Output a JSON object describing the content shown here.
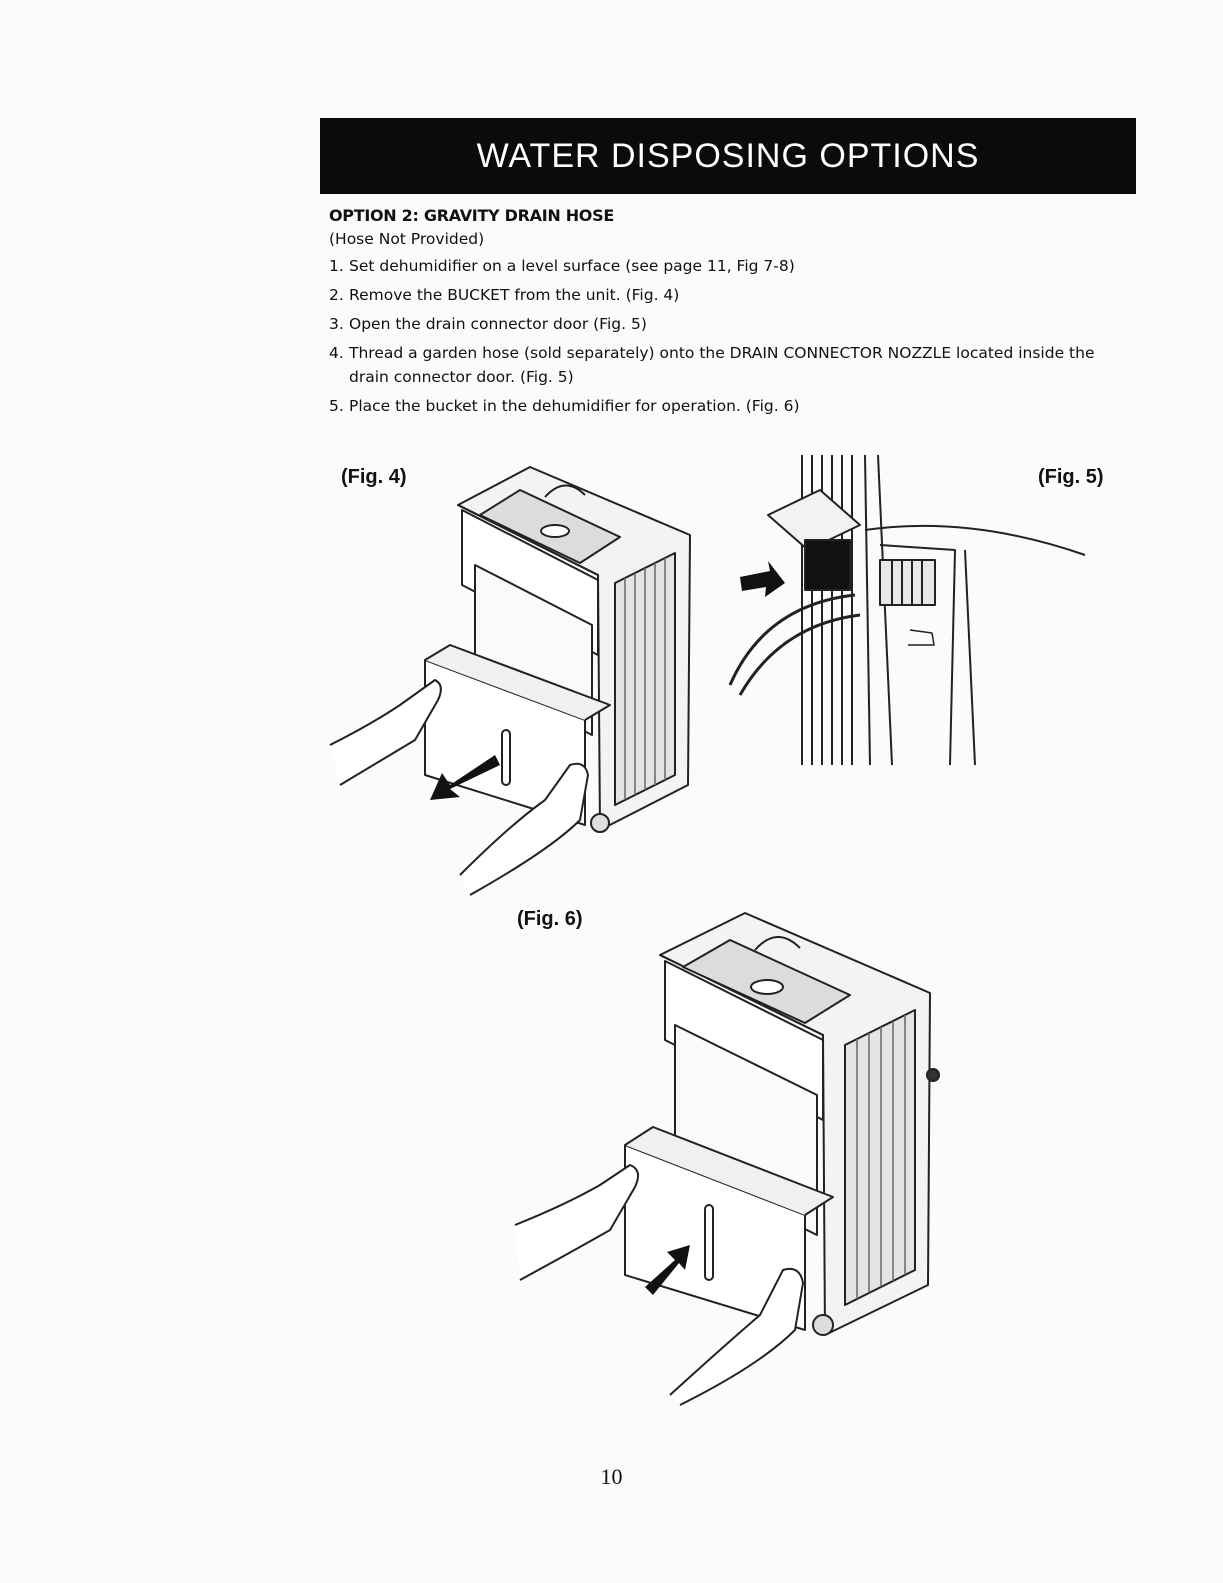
{
  "header": {
    "title": "WATER DISPOSING OPTIONS"
  },
  "section": {
    "title": "OPTION 2: GRAVITY DRAIN HOSE",
    "subtitle": "(Hose Not Provided)",
    "steps": [
      {
        "num": "1.",
        "text": "Set dehumidifier on a level surface (see page 11, Fig 7-8)"
      },
      {
        "num": "2.",
        "text": "Remove the BUCKET from the unit.   (Fig. 4)"
      },
      {
        "num": "3.",
        "text": "Open the drain connector door (Fig. 5)"
      },
      {
        "num": "4.",
        "text": "Thread a garden hose (sold separately) onto the DRAIN CONNECTOR NOZZLE located inside the drain connector door. (Fig. 5)"
      },
      {
        "num": "5.",
        "text": "Place the bucket in the dehumidifier for operation. (Fig. 6)"
      }
    ]
  },
  "figures": {
    "fig4": {
      "label": "(Fig. 4)"
    },
    "fig5": {
      "label": "(Fig. 5)"
    },
    "fig6": {
      "label": "(Fig. 6)"
    }
  },
  "footer": {
    "page_number": "10"
  }
}
